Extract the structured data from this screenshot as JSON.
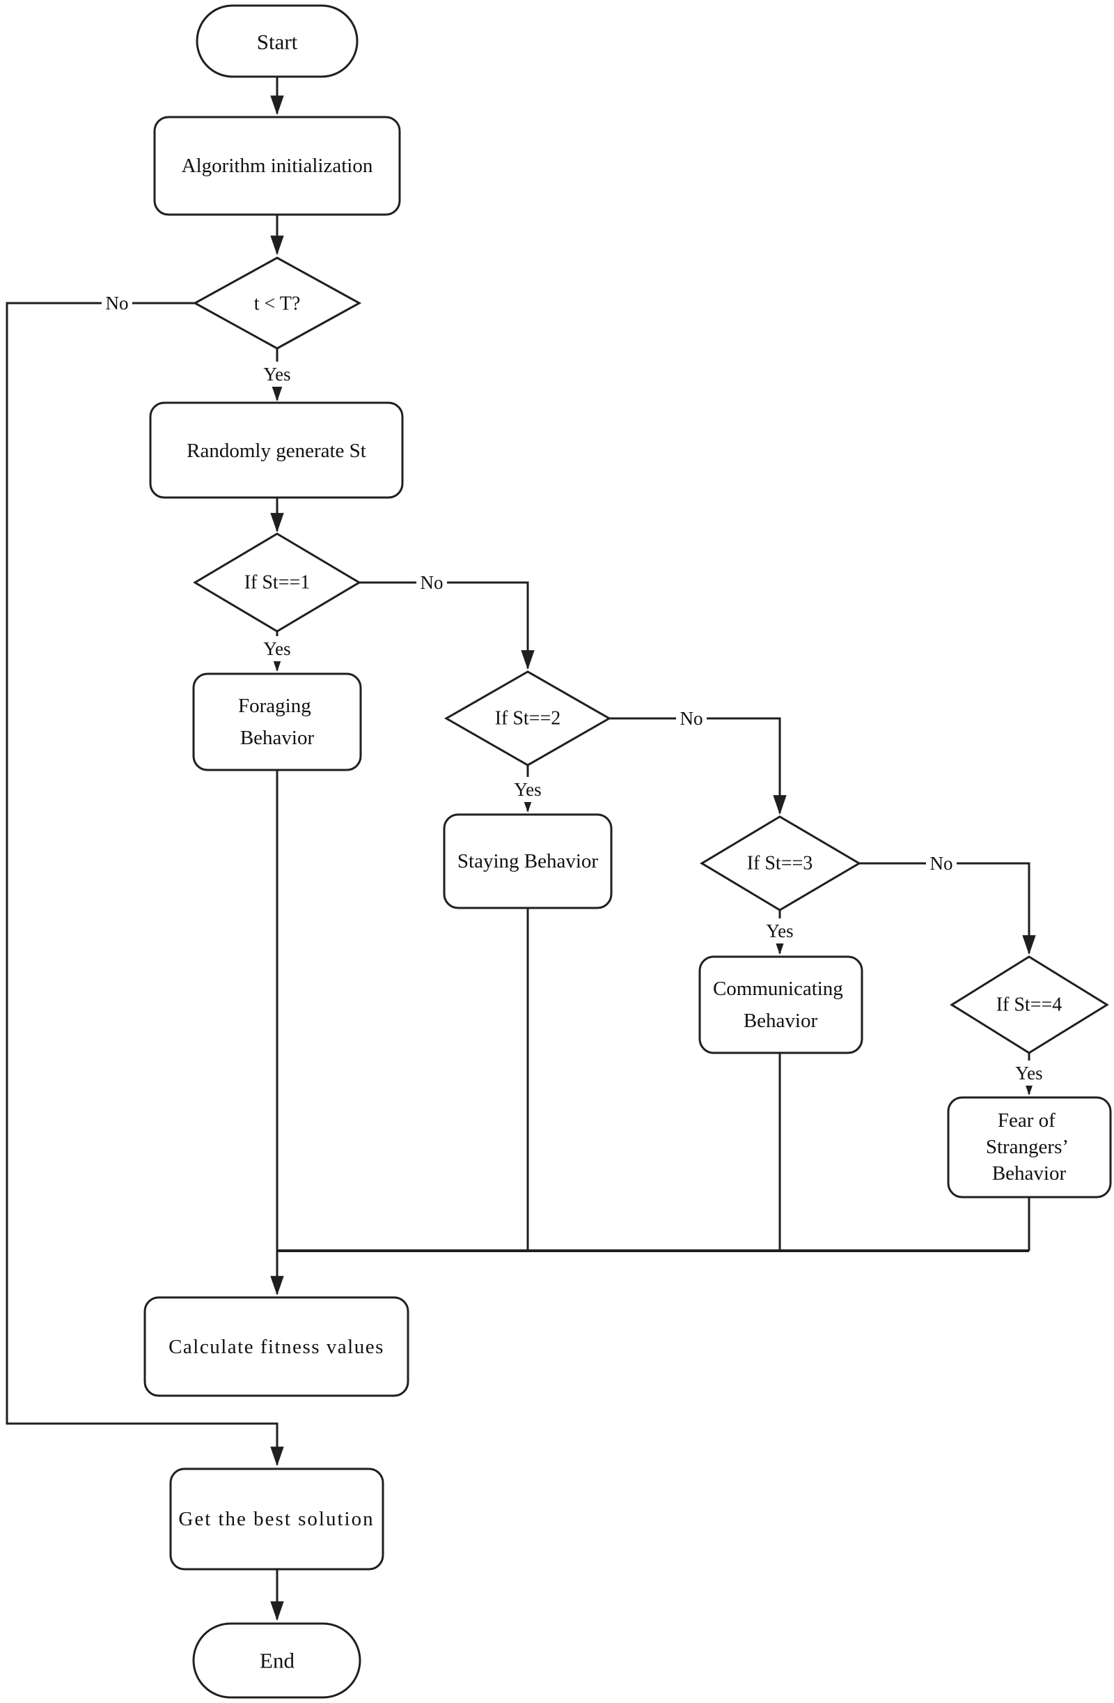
{
  "diagram": {
    "type": "flowchart",
    "colors": {
      "stroke": "#1f1f1f",
      "background": "#ffffff",
      "text": "#111111"
    },
    "nodes": {
      "start": {
        "type": "terminator",
        "label": "Start"
      },
      "init": {
        "type": "process",
        "label": "Algorithm initialization"
      },
      "t_decision": {
        "type": "decision",
        "label": "t < T?"
      },
      "random_st": {
        "type": "process",
        "label": "Randomly generate St"
      },
      "if_st1": {
        "type": "decision",
        "label": "If St==1"
      },
      "foraging": {
        "type": "process",
        "lines": [
          "Foraging",
          "Behavior"
        ]
      },
      "if_st2": {
        "type": "decision",
        "label": "If St==2"
      },
      "staying": {
        "type": "process",
        "label": "Staying Behavior"
      },
      "if_st3": {
        "type": "decision",
        "label": "If St==3"
      },
      "communicating": {
        "type": "process",
        "lines": [
          "Communicating",
          "Behavior"
        ]
      },
      "if_st4": {
        "type": "decision",
        "label": "If St==4"
      },
      "fear": {
        "type": "process",
        "lines": [
          "Fear of",
          "Strangers’",
          "Behavior"
        ]
      },
      "calc_fitness": {
        "type": "process",
        "label": "Calculate fitness values"
      },
      "best_solution": {
        "type": "process",
        "label": "Get the best solution"
      },
      "end": {
        "type": "terminator",
        "label": "End"
      }
    },
    "edges": {
      "t_no": "No",
      "t_yes": "Yes",
      "st1_yes": "Yes",
      "st1_no": "No",
      "st2_yes": "Yes",
      "st2_no": "No",
      "st3_yes": "Yes",
      "st3_no": "No",
      "st4_yes": "Yes"
    }
  }
}
